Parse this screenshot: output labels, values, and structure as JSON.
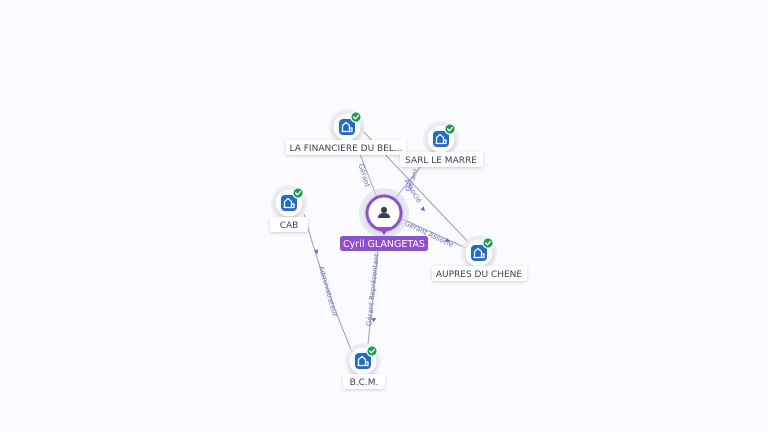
{
  "colors": {
    "edge": "#9aa0ab",
    "edge_label": "#6a6fd0",
    "company_icon": "#1e6bd6",
    "check": "#1f9d55",
    "person": "#8b4fd8",
    "person_label_bg": "#8b4fd8"
  },
  "person": {
    "id": "cyril",
    "label": "Cyril GLANGETAS",
    "icon": "user-icon"
  },
  "companies": [
    {
      "id": "financiere",
      "label": "LA FINANCIERE DU BEL...",
      "icon": "building-icon",
      "verified": true
    },
    {
      "id": "sarl",
      "label": "SARL LE MARRE",
      "icon": "building-icon",
      "verified": true
    },
    {
      "id": "cab",
      "label": "CAB",
      "icon": "building-icon",
      "verified": true
    },
    {
      "id": "aupres",
      "label": "AUPRES DU CHENE",
      "icon": "building-icon",
      "verified": true
    },
    {
      "id": "bcm",
      "label": "B.C.M.",
      "icon": "building-icon",
      "verified": true
    }
  ],
  "edges": [
    {
      "id": "cyril-financiere",
      "label": "Gérant"
    },
    {
      "id": "cyril-sarl",
      "label": "Gérant"
    },
    {
      "id": "financiere-aupres",
      "label": "Associé"
    },
    {
      "id": "cyril-aupres",
      "label": "Gérant Associé"
    },
    {
      "id": "cyril-bcm",
      "label": "Gérant Représentant"
    },
    {
      "id": "cab-bcm",
      "label": "Administrateur"
    }
  ]
}
